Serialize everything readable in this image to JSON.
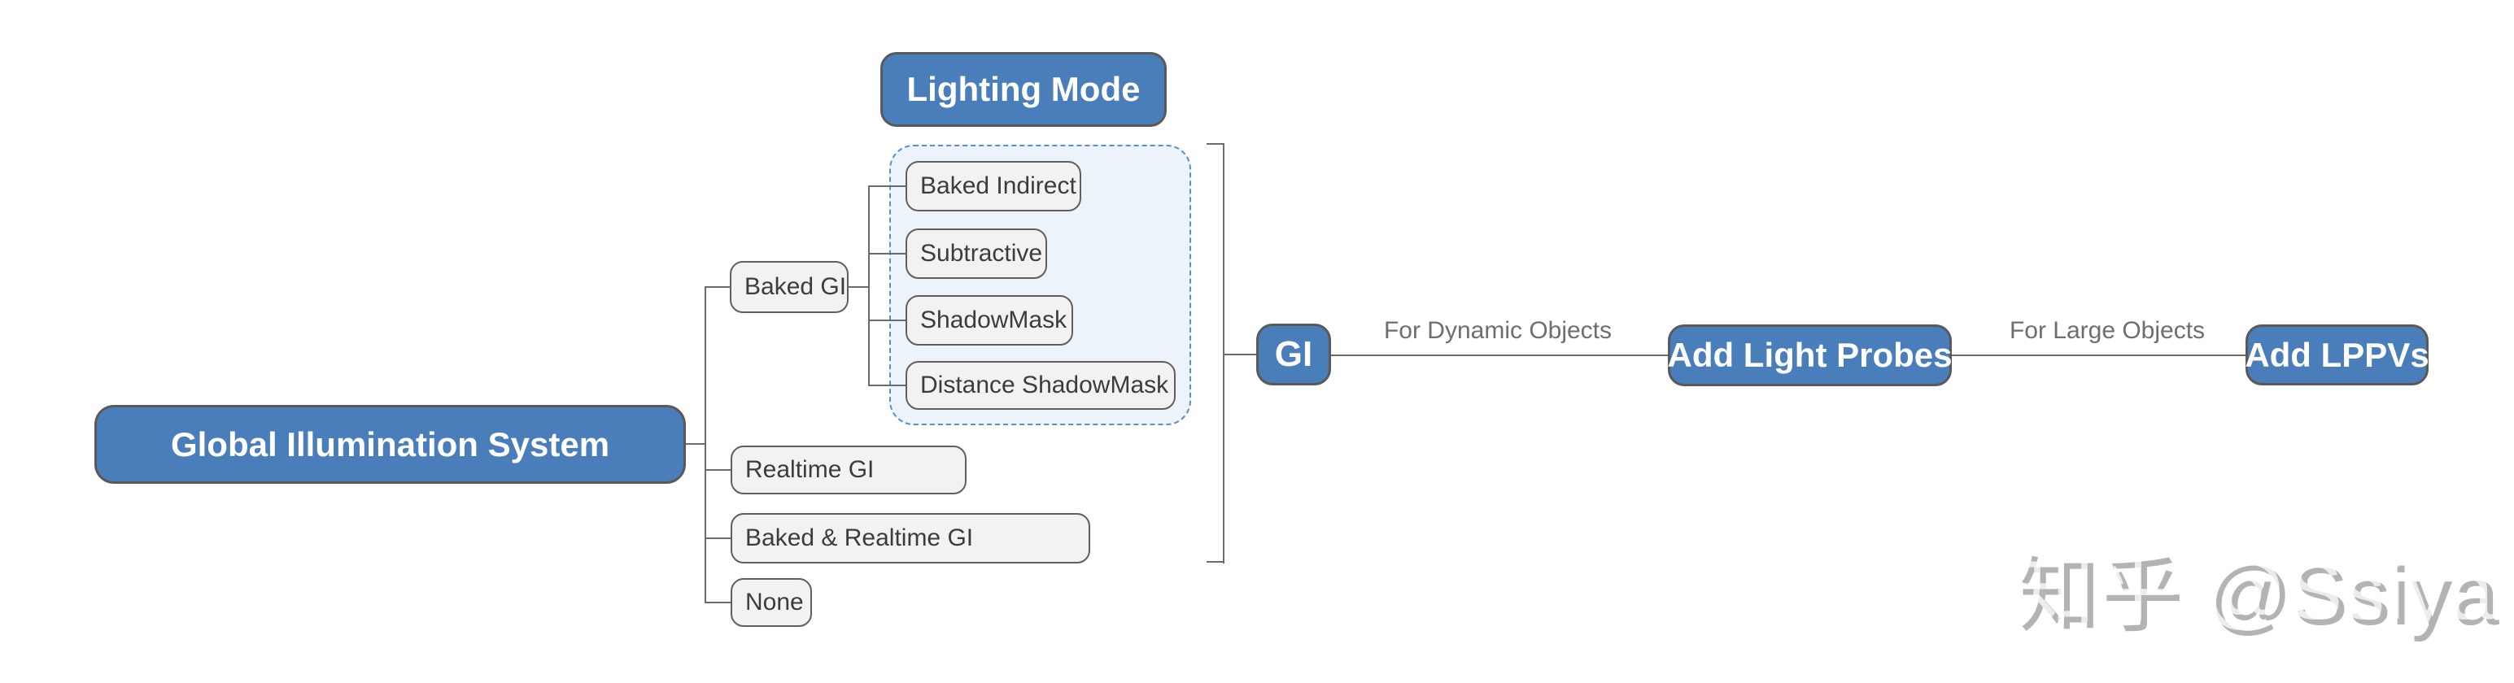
{
  "diagram": {
    "root": {
      "label": "Global Illumination System"
    },
    "modes": [
      {
        "label": "Baked GI"
      },
      {
        "label": "Realtime GI"
      },
      {
        "label": "Baked & Realtime GI"
      },
      {
        "label": "None"
      }
    ],
    "lighting_mode": {
      "title": "Lighting Mode",
      "options": [
        {
          "label": "Baked Indirect"
        },
        {
          "label": "Subtractive"
        },
        {
          "label": "ShadowMask"
        },
        {
          "label": "Distance ShadowMask"
        }
      ]
    },
    "flow": {
      "gi": "GI",
      "edge_dynamic": "For Dynamic Objects",
      "light_probes": "Add Light Probes",
      "edge_large": "For Large Objects",
      "lppvs": "Add LPPVs"
    }
  },
  "watermark": {
    "text": "知乎 @Ssiya"
  },
  "colors": {
    "node_blue": "#4a7ebb",
    "node_gray_fill": "#f2f2f2",
    "border_dark": "#595959",
    "dashed_border_blue": "#5b8fc7",
    "dashed_fill": "#edf3fa",
    "connector": "#6b6b6b",
    "edge_label": "#6e6e6e",
    "watermark_gray": "#b3b3b3"
  }
}
